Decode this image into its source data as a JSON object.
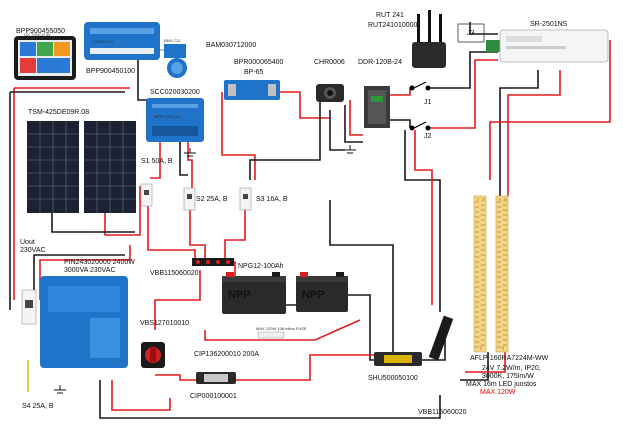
{
  "labels": {
    "gx_touch_code": "BPP900455050",
    "gx_touch_caption": "GX TOUCH 50",
    "cerbo_code": "BPP900450100",
    "cerbo_caption": "CERBO GX",
    "bmv_code": "BAM030712000",
    "bmv_caption": "BMV-712",
    "scc_code": "SCC020030200",
    "scc_caption": "MPPT 100 | 30",
    "panel_code": "TSM-425DE09R.08",
    "protect_code": "BPR000065400",
    "protect_caption": "BP-65",
    "socket_code": "CHR0006",
    "psu_code": "DDR-120B-24",
    "router_code_1": "RUT 241",
    "router_code_2": "RUT241010000",
    "dimmer_code": "SR-2501NS",
    "j3": "J3",
    "j1": "J1",
    "j2": "J2",
    "s1": "S1 50A, B",
    "s2": "S2 25A, B",
    "s3": "S3 16A, B",
    "uout_1": "Uout",
    "uout_2": "230VAC",
    "inverter_code": "PIN243020000  2400W",
    "inverter_spec": "3000VA    230VAC",
    "busbar_top": "VBB115060020",
    "battery_code": "NPG12-100Ah",
    "battery_brand": "NPP",
    "switch_code": "VBS127010010",
    "fuse_code": "CIP136200010 200A",
    "fuse_holder_code": "CIP000100001",
    "shunt_code": "SHU500050100",
    "busbar_bottom": "VBB115060020",
    "s4": "S4 25A, B",
    "led_code": "AFLP-160RA7224M-WW",
    "led_spec_1": "24V 7.2W/m, IP20,",
    "led_spec_2": "3000K, 175lm/W",
    "led_spec_3": "MAX 16m LED juostos",
    "led_spec_4": "MAX 120W",
    "fuse_inline_text": "MAX 120W 10A inline FUSE"
  },
  "colors": {
    "victron_blue": "#1f73c9",
    "positive_wire": "#e31b1b",
    "negative_wire": "#1a1a1a",
    "battery_red": "#d81e1e",
    "battery_body": "#2a2a2a",
    "led_strip": "#f2d58a",
    "router_body": "#2b2b2b"
  }
}
